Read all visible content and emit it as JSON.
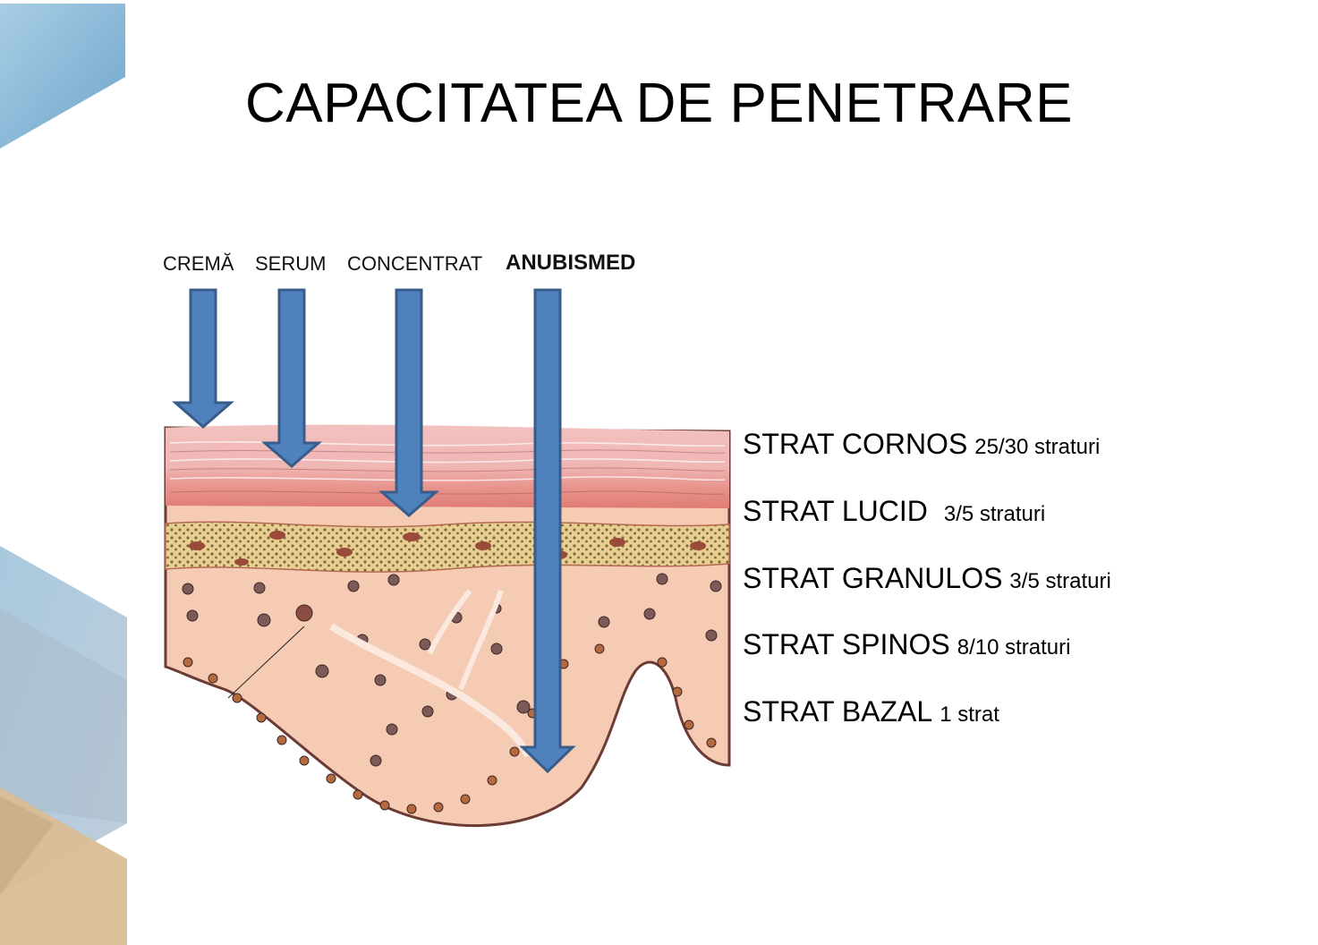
{
  "slide": {
    "title": "CAPACITATEA DE PENETRARE"
  },
  "products": [
    {
      "label": "CREMĂ",
      "penetrates_to": "STRAT CORNOS (surface)",
      "bold": false
    },
    {
      "label": "SERUM",
      "penetrates_to": "STRAT CORNOS",
      "bold": false
    },
    {
      "label": "CONCENTRAT",
      "penetrates_to": "STRAT LUCID",
      "bold": false
    },
    {
      "label": "ANUBISMED",
      "penetrates_to": "STRAT BAZAL",
      "bold": true
    }
  ],
  "layers": [
    {
      "name": "STRAT CORNOS",
      "count": "25/30 straturi"
    },
    {
      "name": "STRAT LUCID",
      "count": "3/5 straturi"
    },
    {
      "name": "STRAT GRANULOS",
      "count": "3/5 straturi"
    },
    {
      "name": "STRAT SPINOS",
      "count": "8/10 straturi"
    },
    {
      "name": "STRAT BAZAL",
      "count": "1 strat"
    }
  ],
  "colors": {
    "arrow_fill": "#4f81bd",
    "arrow_stroke": "#385d8a",
    "deco_blue": "#7fb2d4",
    "deco_tan": "#d9bd95"
  }
}
